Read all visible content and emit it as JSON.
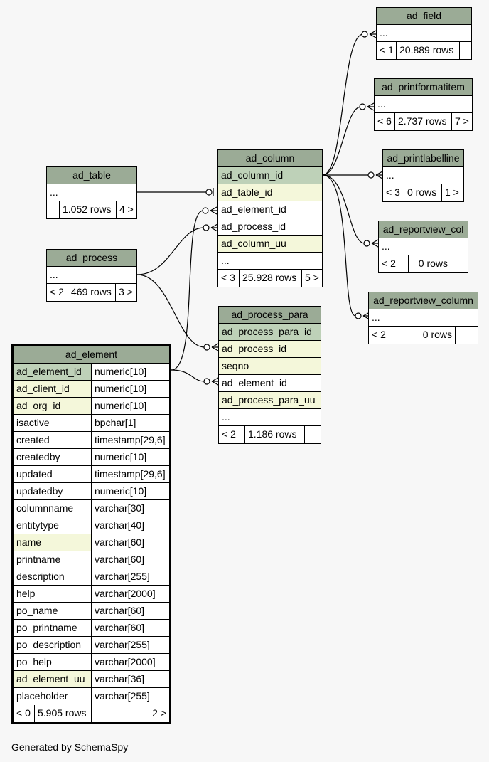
{
  "footer_text": "Generated by SchemaSpy",
  "colors": {
    "header": "#9bab96",
    "primary_key": "#bed1b8",
    "indexed": "#f4f7da",
    "background": "#f7f7f7"
  },
  "tables": {
    "ad_field": {
      "name": "ad_field",
      "rows": [
        "..."
      ],
      "footer": [
        "< 1",
        "20.889 rows",
        ""
      ]
    },
    "ad_printformatitem": {
      "name": "ad_printformatitem",
      "rows": [
        "..."
      ],
      "footer": [
        "< 6",
        "2.737 rows",
        "7 >"
      ]
    },
    "ad_printlabelline": {
      "name": "ad_printlabelline",
      "rows": [
        "..."
      ],
      "footer": [
        "< 3",
        "0 rows",
        "1 >"
      ]
    },
    "ad_reportview_col": {
      "name": "ad_reportview_col",
      "rows": [
        "..."
      ],
      "footer": [
        "< 2",
        "0 rows",
        ""
      ]
    },
    "ad_reportview_column": {
      "name": "ad_reportview_column",
      "rows": [
        "..."
      ],
      "footer": [
        "< 2",
        "0 rows",
        ""
      ]
    },
    "ad_table": {
      "name": "ad_table",
      "rows": [
        "..."
      ],
      "footer": [
        "",
        "1.052 rows",
        "4 >"
      ]
    },
    "ad_process": {
      "name": "ad_process",
      "rows": [
        "..."
      ],
      "footer": [
        "< 2",
        "469 rows",
        "3 >"
      ]
    },
    "ad_column": {
      "name": "ad_column",
      "rows": [
        "ad_column_id",
        "ad_table_id",
        "ad_element_id",
        "ad_process_id",
        "ad_column_uu",
        "..."
      ],
      "footer": [
        "< 3",
        "25.928 rows",
        "5 >"
      ]
    },
    "ad_process_para": {
      "name": "ad_process_para",
      "rows": [
        "ad_process_para_id",
        "ad_process_id",
        "seqno",
        "ad_element_id",
        "ad_process_para_uu",
        "..."
      ],
      "footer": [
        "< 2",
        "1.186 rows",
        ""
      ]
    },
    "ad_element": {
      "name": "ad_element",
      "columns": [
        {
          "name": "ad_element_id",
          "type": "numeric[10]"
        },
        {
          "name": "ad_client_id",
          "type": "numeric[10]"
        },
        {
          "name": "ad_org_id",
          "type": "numeric[10]"
        },
        {
          "name": "isactive",
          "type": "bpchar[1]"
        },
        {
          "name": "created",
          "type": "timestamp[29,6]"
        },
        {
          "name": "createdby",
          "type": "numeric[10]"
        },
        {
          "name": "updated",
          "type": "timestamp[29,6]"
        },
        {
          "name": "updatedby",
          "type": "numeric[10]"
        },
        {
          "name": "columnname",
          "type": "varchar[30]"
        },
        {
          "name": "entitytype",
          "type": "varchar[40]"
        },
        {
          "name": "name",
          "type": "varchar[60]"
        },
        {
          "name": "printname",
          "type": "varchar[60]"
        },
        {
          "name": "description",
          "type": "varchar[255]"
        },
        {
          "name": "help",
          "type": "varchar[2000]"
        },
        {
          "name": "po_name",
          "type": "varchar[60]"
        },
        {
          "name": "po_printname",
          "type": "varchar[60]"
        },
        {
          "name": "po_description",
          "type": "varchar[255]"
        },
        {
          "name": "po_help",
          "type": "varchar[2000]"
        },
        {
          "name": "ad_element_uu",
          "type": "varchar[36]"
        },
        {
          "name": "placeholder",
          "type": "varchar[255]"
        }
      ],
      "footer": [
        "< 0",
        "5.905 rows",
        "2 >"
      ]
    }
  }
}
